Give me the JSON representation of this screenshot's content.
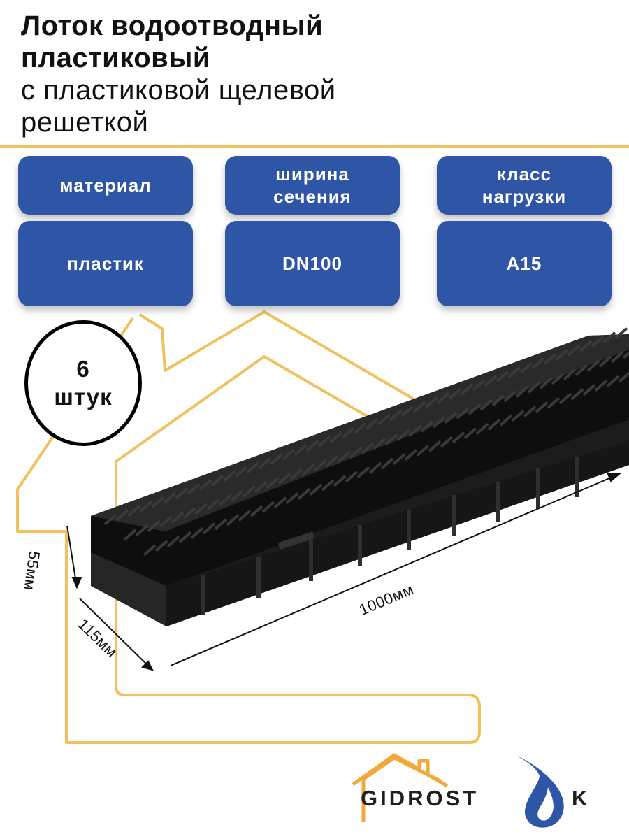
{
  "title": {
    "line1": "Лоток водоотводный",
    "line2": "пластиковый",
    "line3": "с пластиковой щелевой",
    "line4": "решеткой"
  },
  "specs": {
    "material_label": "материал",
    "material_value": "пластик",
    "width_label": "ширина\nсечения",
    "width_value": "DN100",
    "load_label": "класс\nнагрузки",
    "load_value": "A15"
  },
  "quantity": {
    "number": "6",
    "unit": "штук"
  },
  "dimensions": {
    "height": "55мм",
    "width": "115мм",
    "length": "1000мм"
  },
  "brand": {
    "left": "GIDROST",
    "right": "K"
  },
  "colors": {
    "chip": "#2f56a6",
    "accent": "#f2c15f",
    "logo_drop": "#2f56a6",
    "logo_house": "#f2a93b"
  },
  "icons": [
    "house-outline-icon",
    "water-drop-icon",
    "drainage-channel-image"
  ]
}
